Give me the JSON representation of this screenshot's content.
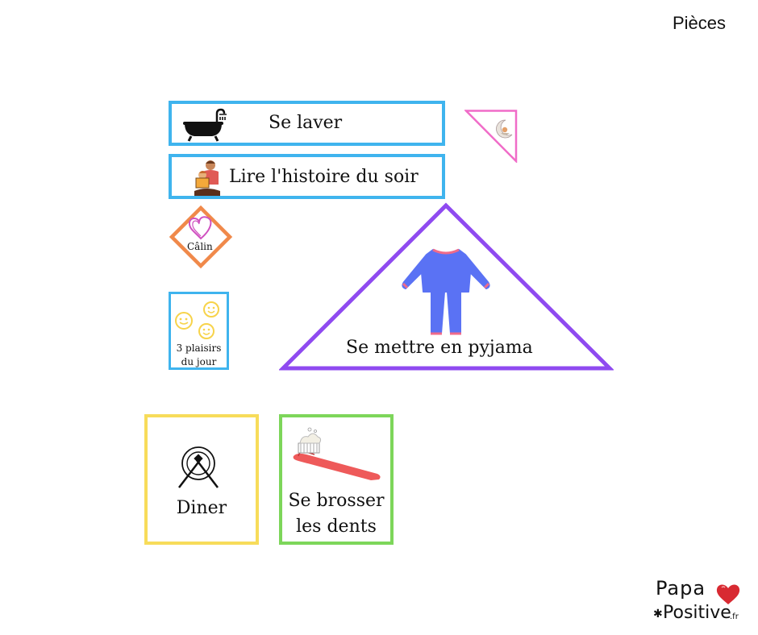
{
  "header": {
    "title": "Pièces"
  },
  "pieces": {
    "wash": {
      "label": "Se laver",
      "icon": "bathtub-icon"
    },
    "story": {
      "label": "Lire l'histoire du soir",
      "icon": "reading-parent-icon"
    },
    "hug": {
      "label": "Câlin",
      "icon": "heart-icon"
    },
    "pleasures": {
      "label_line1": "3 plaisirs",
      "label_line2": "du jour",
      "icon": "smileys-icon"
    },
    "pyjama": {
      "label": "Se mettre en pyjama",
      "icon": "pyjama-icon"
    },
    "moon": {
      "icon": "sleeping-moon-icon"
    },
    "dinner": {
      "label": "Diner",
      "icon": "plate-cutlery-icon"
    },
    "teeth": {
      "label_line1": "Se brosser",
      "label_line2": "les dents",
      "icon": "toothbrush-icon"
    }
  },
  "logo": {
    "line1": "Papa",
    "line2": "Positive",
    "suffix": ".fr"
  },
  "colors": {
    "blue": "#3fb4ee",
    "orange": "#f0894a",
    "purple": "#8f4af0",
    "pink": "#f06cc8",
    "yellow": "#f7dc5a",
    "green": "#7dd65a",
    "logo_red": "#d82a32"
  }
}
